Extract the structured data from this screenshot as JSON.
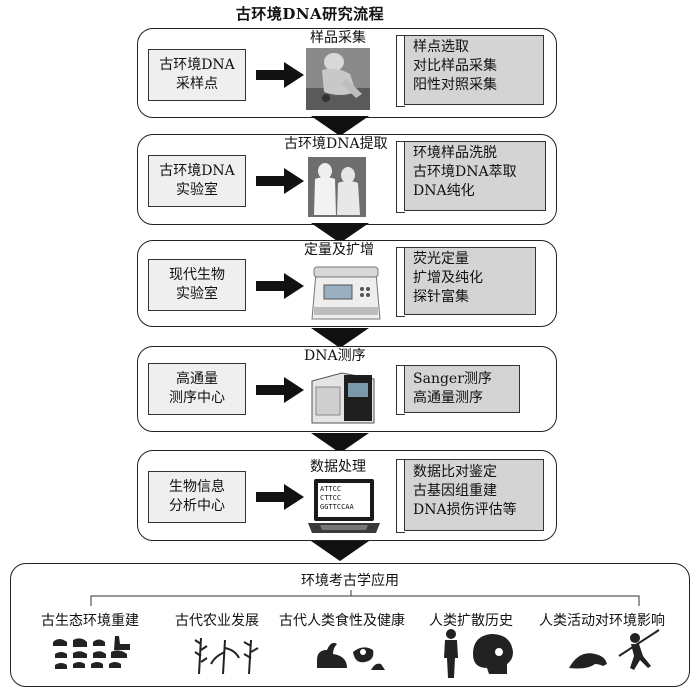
{
  "title": "古环境DNA研究流程",
  "stages": [
    {
      "site_l1": "古环境DNA",
      "site_l2": "采样点",
      "label": "样品采集",
      "steps": [
        "样点选取",
        "对比样品采集",
        "阳性对照采集"
      ]
    },
    {
      "site_l1": "古环境DNA",
      "site_l2": "实验室",
      "label": "古环境DNA提取",
      "steps": [
        "环境样品洗脱",
        "古环境DNA萃取",
        "DNA纯化"
      ]
    },
    {
      "site_l1": "现代生物",
      "site_l2": "实验室",
      "label": "定量及扩增",
      "steps": [
        "荧光定量",
        "扩增及纯化",
        "探针富集"
      ]
    },
    {
      "site_l1": "高通量",
      "site_l2": "测序中心",
      "label": "DNA测序",
      "steps": [
        "Sanger测序",
        "高通量测序"
      ]
    },
    {
      "site_l1": "生物信息",
      "site_l2": "分析中心",
      "label": "数据处理",
      "steps": [
        "数据比对鉴定",
        "古基因组重建",
        "DNA损伤评估等"
      ]
    }
  ],
  "screen_text": [
    "ATTCC",
    "CTTCC",
    "GGTTCCAA"
  ],
  "applications": {
    "title": "环境考古学应用",
    "items": [
      "古生态环境重建",
      "古代农业发展",
      "古代人类食性及健康",
      "人类扩散历史",
      "人类活动对环境影响"
    ]
  }
}
